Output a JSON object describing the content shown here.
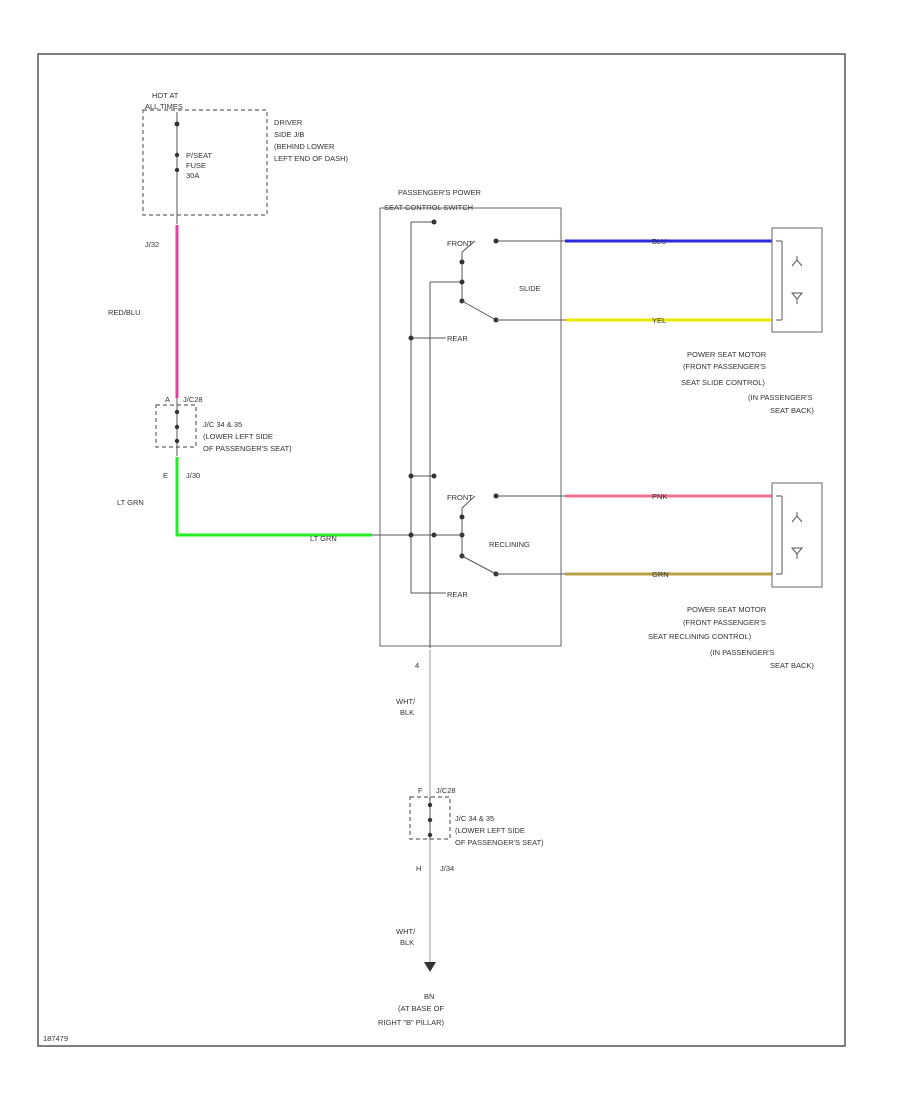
{
  "colors": {
    "red_blu": "#e040a0",
    "lt_grn": "#22ee22",
    "blu": "#2a2adc",
    "yel": "#e8e800",
    "pnk": "#f07090",
    "grn": "#b8a040",
    "wht_blk": "#bbbbbb"
  },
  "fuse_box": {
    "hot_label_1": "HOT AT",
    "hot_label_2": "ALL TIMES",
    "fuse_name": "P/SEAT",
    "fuse_label": "FUSE",
    "fuse_rating": "30A",
    "location_lines": [
      "DRIVER",
      "SIDE J/B",
      "(BEHIND LOWER",
      "LEFT END OF DASH)"
    ],
    "pin_out": "J/32"
  },
  "wires": {
    "red_blu": "RED/BLU",
    "lt_grn_left": "LT GRN",
    "lt_grn_mid": "LT GRN",
    "blu": "BLU",
    "yel": "YEL",
    "pnk": "PNK",
    "grn": "GRN",
    "wht_blk_upper_1": "WHT/",
    "wht_blk_upper_2": "BLK",
    "wht_blk_lower_1": "WHT/",
    "wht_blk_lower_2": "BLK"
  },
  "jc_upper": {
    "pin_in": "A",
    "conn_in": "J/C28",
    "lines": [
      "J/C 34 & 35",
      "(LOWER LEFT SIDE",
      "OF PASSENGER'S SEAT)"
    ],
    "pin_out": "E",
    "conn_out": "J/30"
  },
  "switch": {
    "title_1": "PASSENGER'S POWER",
    "title_2": "SEAT CONTROL SWITCH",
    "slide_label": "SLIDE",
    "recline_label": "RECLINING",
    "front_1": "FRONT",
    "rear_1": "REAR",
    "front_2": "FRONT",
    "rear_2": "REAR",
    "pin_bottom": "4"
  },
  "motor_slide": {
    "lines": [
      "POWER SEAT MOTOR",
      "(FRONT PASSENGER'S",
      "SEAT SLIDE CONTROL)",
      "(IN PASSENGER'S",
      "SEAT BACK)"
    ]
  },
  "motor_recline": {
    "lines": [
      "POWER SEAT MOTOR",
      "(FRONT PASSENGER'S",
      "SEAT RECLINING CONTROL)",
      "(IN PASSENGER'S",
      "SEAT BACK)"
    ]
  },
  "jc_lower": {
    "pin_in": "F",
    "conn_in": "J/C28",
    "lines": [
      "J/C 34 & 35",
      "(LOWER LEFT SIDE",
      "OF PASSENGER'S SEAT)"
    ],
    "pin_out": "H",
    "conn_out": "J/34"
  },
  "ground": {
    "name": "BN",
    "lines": [
      "(AT BASE OF",
      "RIGHT \"B\" PILLAR)"
    ]
  },
  "footer_code": "187479"
}
